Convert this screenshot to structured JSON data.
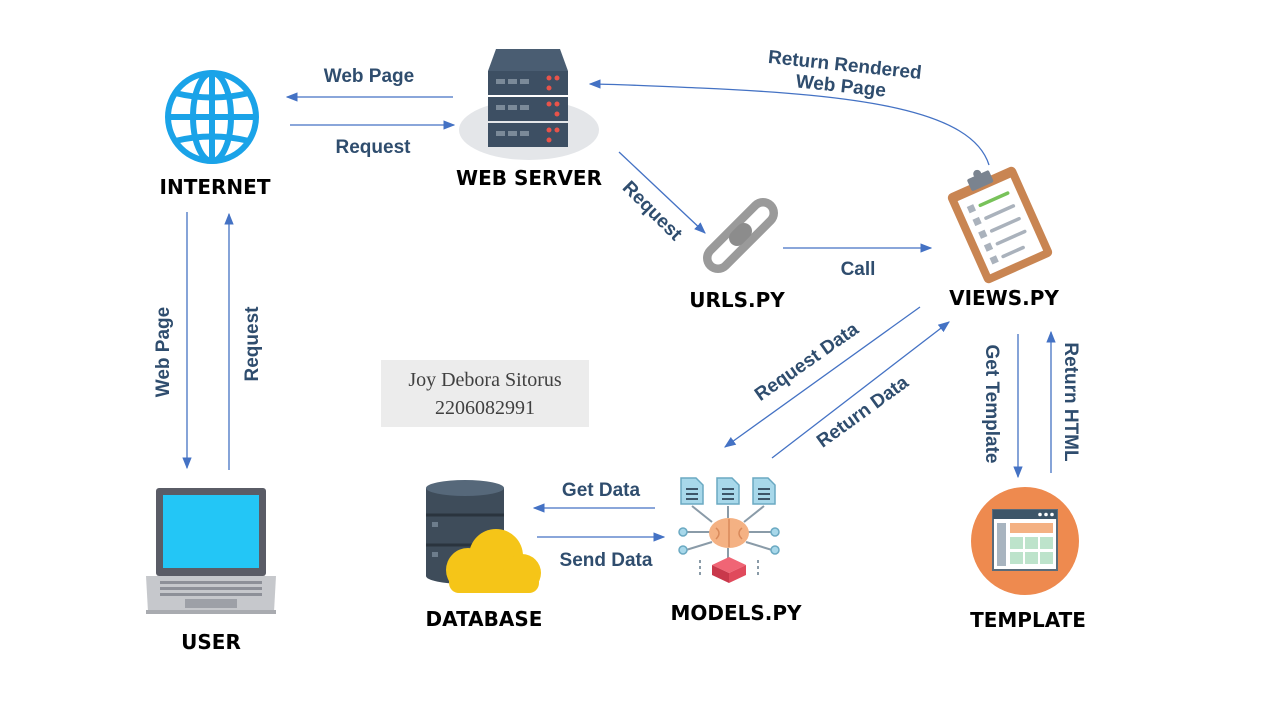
{
  "nodes": {
    "internet": "INTERNET",
    "web_server": "WEB SERVER",
    "urls": "URLS.PY",
    "views": "VIEWS.PY",
    "user": "USER",
    "database": "DATABASE",
    "models": "MODELS.PY",
    "template": "TEMPLATE"
  },
  "edges": {
    "server_to_internet": "Web Page",
    "internet_to_server": "Request",
    "server_to_urls": "Request",
    "urls_to_views": "Call",
    "views_to_server_line1": "Return Rendered",
    "views_to_server_line2": "Web Page",
    "internet_to_user": "Web Page",
    "user_to_internet": "Request",
    "views_to_models": "Request Data",
    "models_to_views": "Return Data",
    "views_to_template": "Get Template",
    "template_to_views": "Return HTML",
    "models_to_database": "Get Data",
    "database_to_models": "Send Data"
  },
  "author": {
    "name": "Joy Debora Sitorus",
    "id": "2206082991"
  },
  "colors": {
    "arrow": "#4472c4",
    "edge_text": "#2f4d6e",
    "globe": "#1aa3e8",
    "server": "#3d4f63",
    "template_circle": "#ee8a4f",
    "cloud": "#f5c518"
  },
  "icons": [
    "globe-icon",
    "server-icon",
    "chain-link-icon",
    "clipboard-icon",
    "laptop-icon",
    "database-icon",
    "ai-brain-icon",
    "webpage-template-icon"
  ]
}
